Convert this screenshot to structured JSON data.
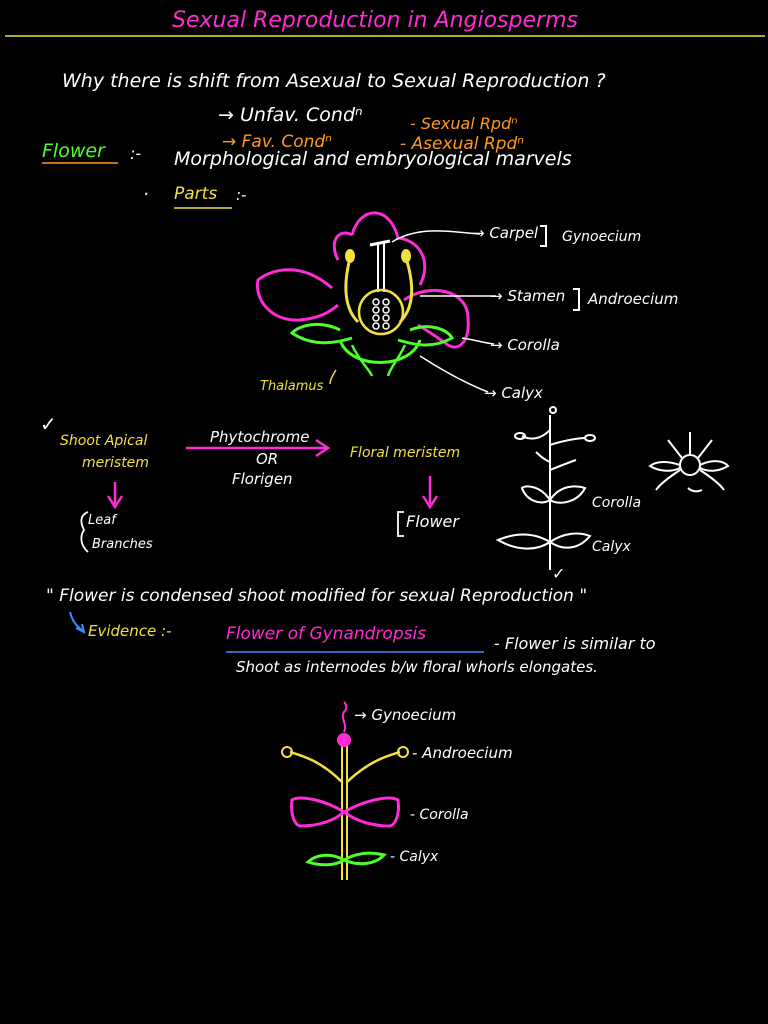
{
  "title": "Sexual Reproduction in Angiosperms",
  "colors": {
    "background": "#000000",
    "title": "#ff2bd6",
    "rule": "#f0e040",
    "white": "#ffffff",
    "yellow": "#f0e040",
    "magenta": "#ff2bd6",
    "green": "#4cff2a",
    "orange": "#ff9a1a",
    "blue": "#3f8cff"
  },
  "intro": {
    "question": "Why there is shift from Asexual to Sexual Reproduction ?",
    "unfav": "→ Unfav. Condⁿ",
    "unfav_result": "- Sexual Rpdⁿ",
    "fav": "→ Fav. Condⁿ",
    "fav_result": "- Asexual Rpdⁿ",
    "flower_label": "Flower",
    "flower_colon": ":-",
    "flower_desc": "Morphological and embryological marvels",
    "bullet": "·",
    "parts_label": "Parts",
    "parts_colon": ":-"
  },
  "flower_diagram": {
    "carpel": "→ Carpel",
    "gynoecium": "Gynoecium",
    "stamen": "→ Stamen",
    "androecium": "Androecium",
    "corolla": "→ Corolla",
    "calyx": "→ Calyx",
    "thalamus": "Thalamus"
  },
  "meristem": {
    "tick": "✓",
    "shoot_apical": "Shoot Apical",
    "meristem": "meristem",
    "phytochrome": "Phytochrome",
    "or": "OR",
    "florigen": "Florigen",
    "floral_meristem": "Floral meristem",
    "leaf": "Leaf",
    "branches": "Branches",
    "flower": "Flower",
    "corolla": "Corolla",
    "calyx": "Calyx",
    "tick2": "✓"
  },
  "condensed": {
    "quote": "\" Flower is condensed shoot modified for sexual Reproduction \"",
    "evidence": "Evidence :-",
    "gynandropsis": "Flower of Gynandropsis",
    "similar": "- Flower is similar to",
    "shoot_line": "Shoot as internodes b/w floral whorls elongates."
  },
  "gynandropsis_diagram": {
    "gynoecium": "→ Gynoecium",
    "androecium": "- Androecium",
    "corolla": "- Corolla",
    "calyx": "- Calyx"
  }
}
